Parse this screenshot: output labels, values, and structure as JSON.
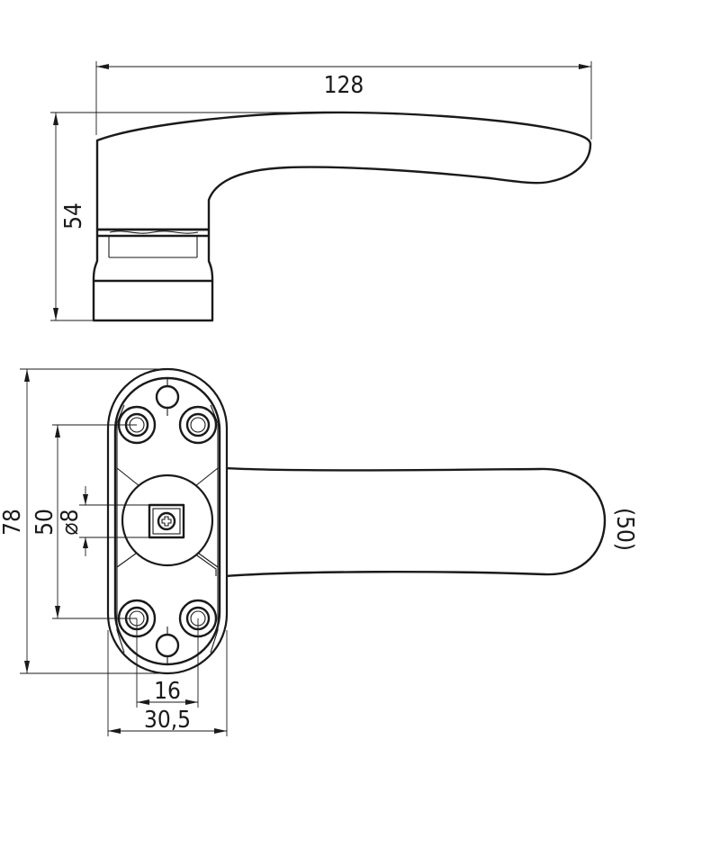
{
  "dimensions": {
    "handle_length": "128",
    "handle_height": "54",
    "rose_length": "78",
    "screw_spacing_vertical": "50",
    "square_spindle": "8",
    "diameter_symbol": "⌀",
    "screw_spacing_horizontal": "16",
    "rose_width": "30,5",
    "lever_length_ref": "(50)"
  }
}
